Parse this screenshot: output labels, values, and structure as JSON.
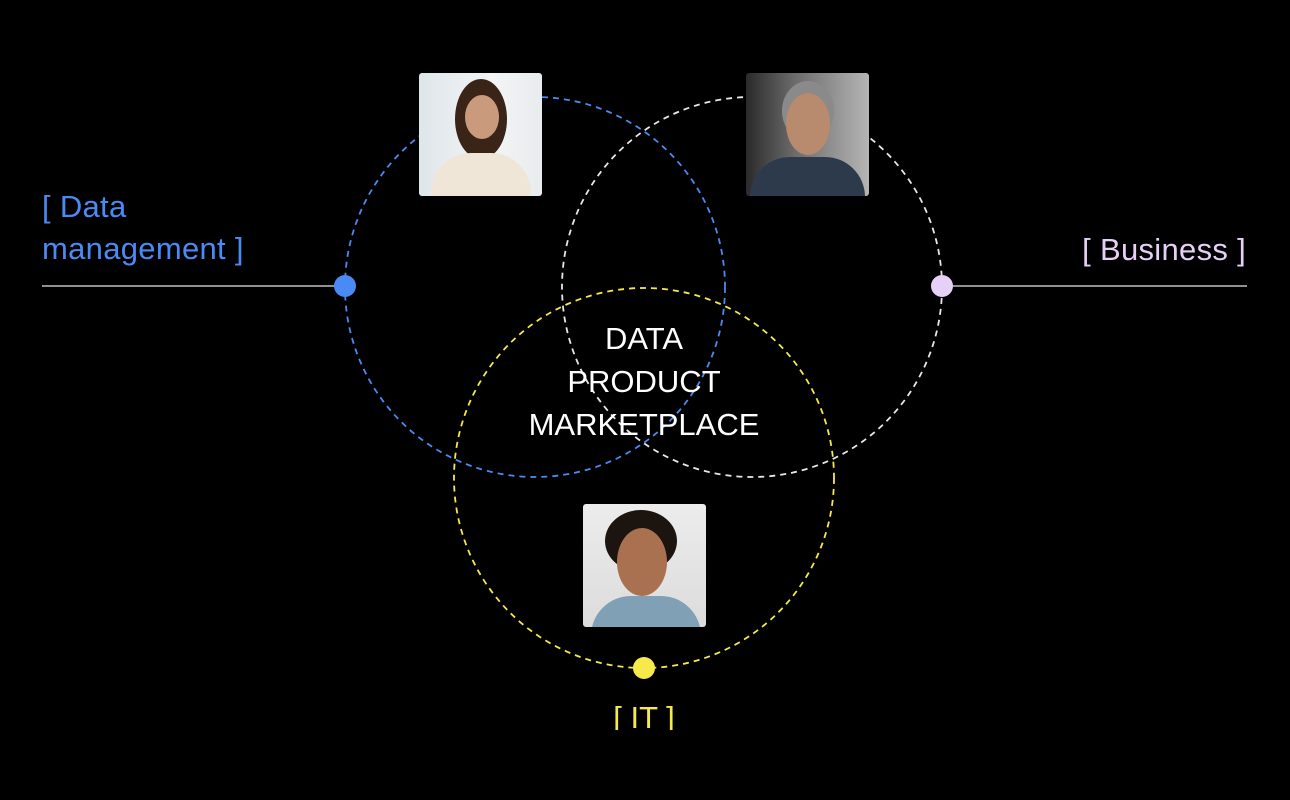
{
  "labels": {
    "data_management_line1": "[ Data",
    "data_management_line2": "management ]",
    "business": "[ Business ]",
    "it": "[ IT ]"
  },
  "center": {
    "line1": "DATA",
    "line2": "PRODUCT",
    "line3": "MARKETPLACE"
  },
  "colors": {
    "background": "#000000",
    "data_management": "#4a8af4",
    "business": "#e6d0f7",
    "it": "#f5ea4a",
    "business_circle": "#e8e8e8",
    "connector_line": "#bfbfbf"
  },
  "photos": [
    "woman-portrait",
    "man-with-glasses-portrait",
    "smiling-man-portrait"
  ]
}
